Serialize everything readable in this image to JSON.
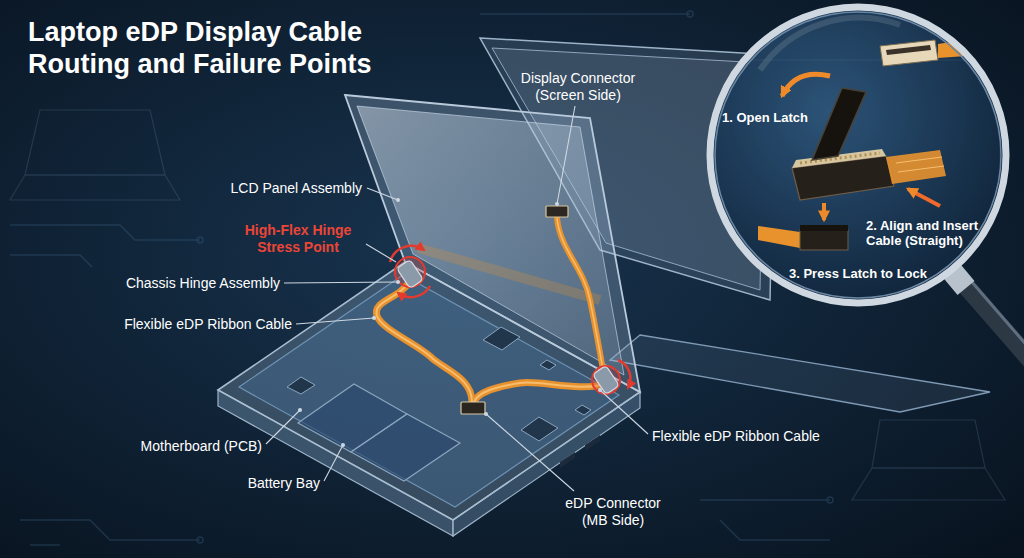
{
  "diagram": {
    "title": "Laptop eDP Display Cable Routing and Failure Points",
    "nodes": [
      {
        "text": [
          "1. Open Latch",
          "2. Align and Insert Cable (Straight)",
          "3. Press Latch to Lock"
        ]
      }
    ],
    "labels": [
      "Display Connector (Screen Side)",
      "LCD Panel Assembly",
      "High-Flex Hinge Stress Point",
      "Chassis Hinge Assembly",
      "Flexible eDP Ribbon Cable",
      "Motherboard (PCB)",
      "Battery Bay",
      "eDP Connector (MB Side)",
      "Flexible eDP Ribbon Cable"
    ]
  }
}
